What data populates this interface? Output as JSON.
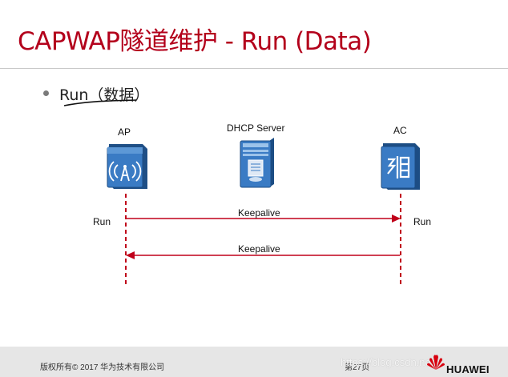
{
  "slide": {
    "title": "CAPWAP隧道维护 - Run (Data)",
    "bullet": "Run（数据）"
  },
  "devices": {
    "ap": "AP",
    "dhcp": "DHCP Server",
    "ac": "AC"
  },
  "states": {
    "ap": "Run",
    "ac": "Run"
  },
  "messages": [
    {
      "label": "Keepalive",
      "direction": "AP→AC"
    },
    {
      "label": "Keepalive",
      "direction": "AC→AP"
    }
  ],
  "footer": {
    "copyright": "版权所有© 2017 华为技术有限公司",
    "page": "第27页",
    "watermark": "https://blog.csdn.net/...",
    "brand": "HUAWEI"
  },
  "colors": {
    "title": "#b3001b",
    "line": "#c0001a",
    "device_blue": "#2f6fb1"
  }
}
